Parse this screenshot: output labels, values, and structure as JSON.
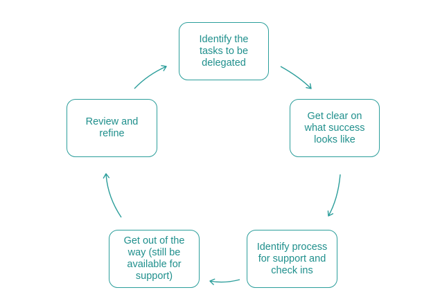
{
  "diagram": {
    "type": "cycle",
    "accent_color": "#2a9d9a",
    "text_color": "#1f8f8c",
    "steps": [
      {
        "label": "Identify the\ntasks to be\ndelegated"
      },
      {
        "label": "Get clear on\nwhat success\nlooks like"
      },
      {
        "label": "Identify process\nfor support and\ncheck ins"
      },
      {
        "label": "Get out of the\nway (still be\navailable for\nsupport)"
      },
      {
        "label": "Review and\nrefine"
      }
    ]
  }
}
